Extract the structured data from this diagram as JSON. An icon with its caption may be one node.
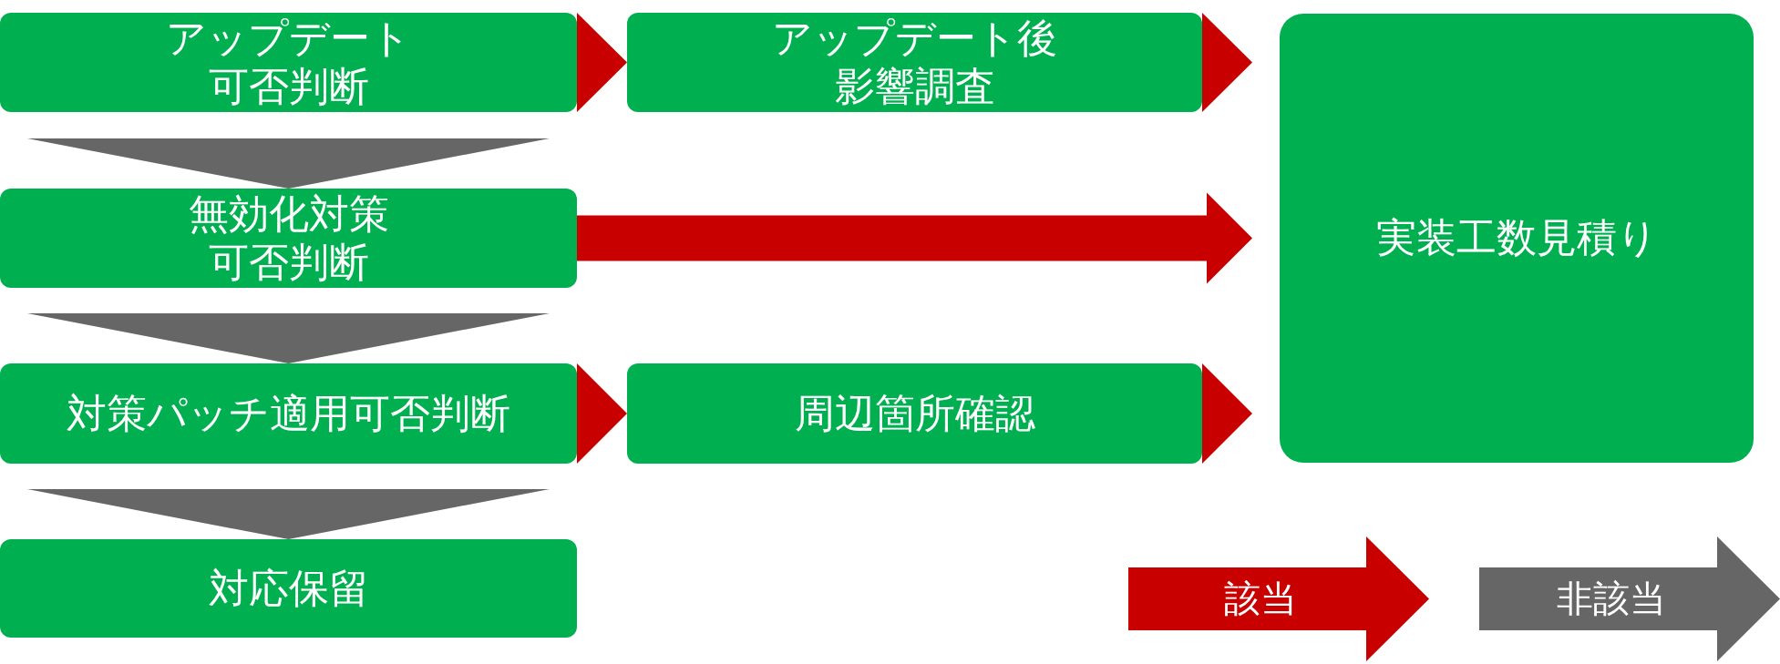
{
  "diagram": {
    "nodes": [
      {
        "text": [
          "アップデート可否判断"
        ]
      },
      {
        "text": [
          "アップデート後影響調査"
        ]
      },
      {
        "text": [
          "実装工数見積り"
        ]
      },
      {
        "text": [
          "無効化対策可否判断"
        ]
      },
      {
        "text": [
          "対策パッチ適用可否判断"
        ]
      },
      {
        "text": [
          "周辺箇所確認"
        ]
      },
      {
        "text": [
          "対応保留"
        ]
      }
    ],
    "edges": [
      {
        "from": 0,
        "to": 1,
        "arrow": "to"
      },
      {
        "from": 1,
        "to": 2,
        "arrow": "to"
      },
      {
        "from": 0,
        "to": 3,
        "arrow": "to",
        "color": "#666666"
      },
      {
        "from": 3,
        "to": 2,
        "arrow": "to",
        "style": "thick"
      },
      {
        "from": 3,
        "to": 4,
        "arrow": "to",
        "color": "#666666"
      },
      {
        "from": 4,
        "to": 5,
        "arrow": "to"
      },
      {
        "from": 5,
        "to": 2,
        "arrow": "to"
      },
      {
        "from": 4,
        "to": 6,
        "arrow": "to",
        "color": "#666666"
      }
    ],
    "legend": [
      {
        "text": "該当",
        "color": "#c80000"
      },
      {
        "text": "非該当",
        "color": "#666666"
      }
    ]
  }
}
